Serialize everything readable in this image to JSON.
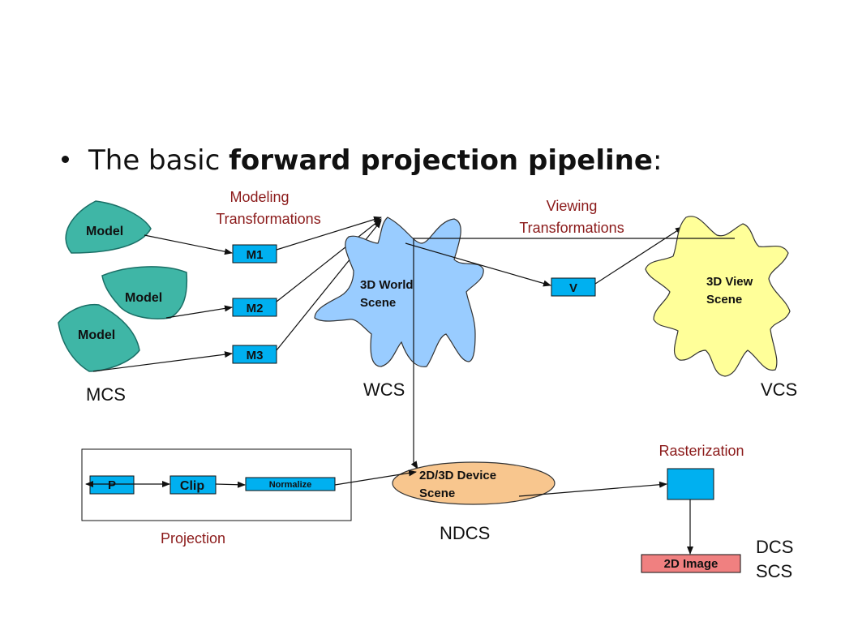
{
  "title": {
    "prefix": "The basic ",
    "bold": "forward projection pipeline",
    "suffix": ":"
  },
  "models": [
    "Model",
    "Model",
    "Model"
  ],
  "model_transforms": [
    "M1",
    "M2",
    "M3"
  ],
  "labels": {
    "modeling_line1": "Modeling",
    "modeling_line2": "Transformations",
    "viewing_line1": "Viewing",
    "viewing_line2": "Transformations",
    "world_scene_line1": "3D World",
    "world_scene_line2": "Scene",
    "view_scene_line1": "3D View",
    "view_scene_line2": "Scene",
    "view_transform": "V",
    "mcs": "MCS",
    "wcs": "WCS",
    "vcs": "VCS",
    "p": "P",
    "clip": "Clip",
    "normalize": "Normalize",
    "projection": "Projection",
    "device_scene_line1": "2D/3D Device",
    "device_scene_line2": "Scene",
    "ndcs": "NDCS",
    "rasterization": "Rasterization",
    "image": "2D Image",
    "dcs": "DCS",
    "scs": "SCS"
  },
  "colors": {
    "model_fill": "#3fb6a6",
    "box_fill": "#00b0f0",
    "world_fill": "#99ccff",
    "view_fill": "#ffff99",
    "device_fill": "#f8c68e",
    "image_fill": "#f08080",
    "label_red": "#8b1a1a"
  }
}
